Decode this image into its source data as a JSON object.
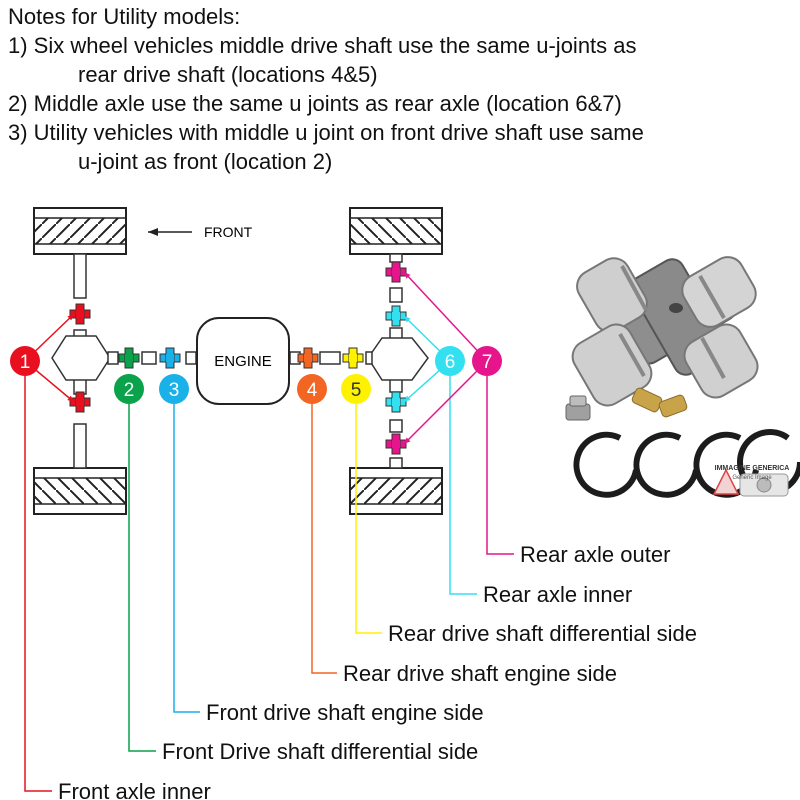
{
  "notes": {
    "title": "Notes for Utility models:",
    "items": [
      {
        "line1": "1) Six wheel vehicles middle drive shaft use the same u-joints as",
        "line2": "rear drive shaft (locations 4&5)"
      },
      {
        "line1": "2) Middle axle use the same u joints as rear axle (location 6&7)",
        "line2": ""
      },
      {
        "line1": "3) Utility vehicles with middle u joint on front drive shaft use same",
        "line2": "u-joint as front (location 2)"
      }
    ]
  },
  "diagram": {
    "front_label": "FRONT",
    "engine_label": "ENGINE",
    "locations": [
      {
        "num": "1",
        "label": "Front axle inner",
        "color": "#e8101f"
      },
      {
        "num": "2",
        "label": "Front Drive shaft differential side",
        "color": "#0aa24a"
      },
      {
        "num": "3",
        "label": "Front drive shaft engine side",
        "color": "#1ab0e8"
      },
      {
        "num": "4",
        "label": "Rear drive shaft engine side",
        "color": "#f26522"
      },
      {
        "num": "5",
        "label": "Rear drive shaft differential side",
        "color": "#fff200"
      },
      {
        "num": "6",
        "label": "Rear axle inner",
        "color": "#33e0f0"
      },
      {
        "num": "7",
        "label": "Rear axle outer",
        "color": "#e6158c"
      }
    ]
  },
  "product": {
    "watermark_line1": "IMMAGINE GENERICA",
    "watermark_line2": "Generic Image"
  }
}
